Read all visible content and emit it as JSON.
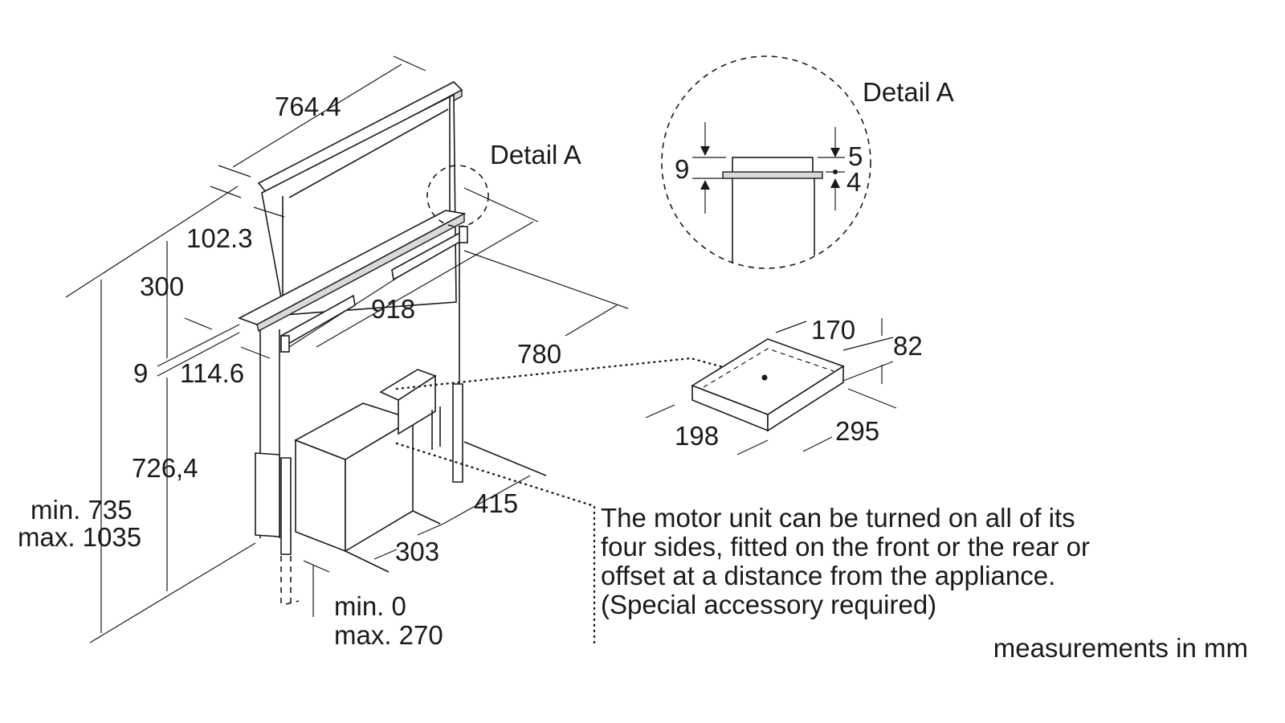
{
  "dimensions": {
    "width_top": "764.4",
    "depth_top": "102.3",
    "height_300": "300",
    "width_918": "918",
    "thickness_9": "9",
    "offset_114": "114.6",
    "depth_780": "780",
    "height_726": "726,4",
    "total_min": "min. 735",
    "total_max": "max. 1035",
    "motor_415": "415",
    "motor_303": "303",
    "adjust_min": "min. 0",
    "adjust_max": "max. 270"
  },
  "detail": {
    "label_main": "Detail A",
    "label_inset": "Detail A",
    "dim_9": "9",
    "dim_5": "5",
    "dim_4": "4"
  },
  "cutout": {
    "dim_170": "170",
    "dim_82": "82",
    "dim_198": "198",
    "dim_295": "295"
  },
  "note": {
    "line1": "The motor unit can be turned on all of its",
    "line2": "four sides, fitted on the front or the rear or",
    "line3": "offset at a distance from the appliance.",
    "line4": "(Special accessory required)"
  },
  "footer": {
    "units": "measurements in mm"
  }
}
